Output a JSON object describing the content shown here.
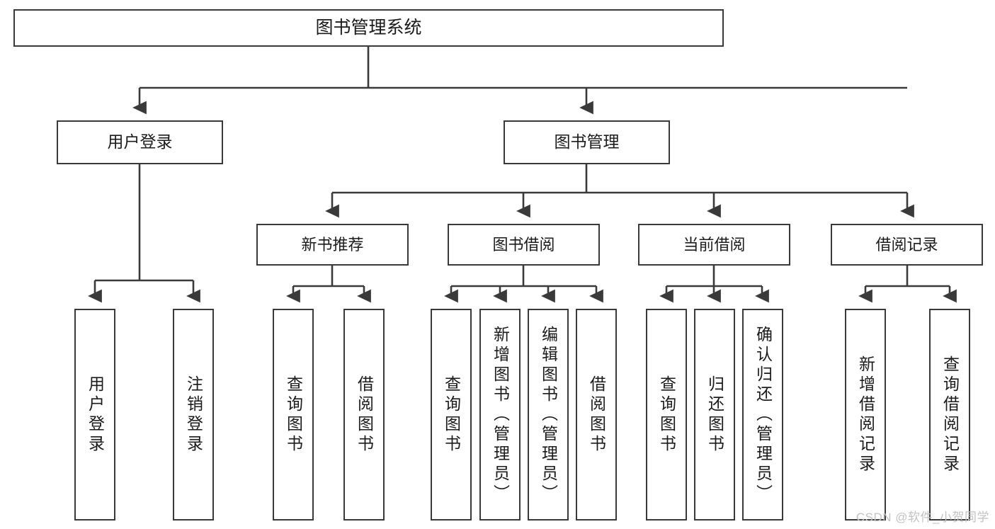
{
  "diagram": {
    "title": "图书管理系统",
    "watermark": "CSDN @软件_小贺同学",
    "colors": {
      "stroke": "#3a3a3a",
      "fill": "#ffffff",
      "text": "#1b1b1b",
      "watermark": "#c2c2c2"
    },
    "nodes": {
      "root": {
        "label": "图书管理系统"
      },
      "level2": [
        {
          "label": "用户登录"
        },
        {
          "label": "图书管理"
        }
      ],
      "level3": [
        {
          "label": "新书推荐"
        },
        {
          "label": "图书借阅"
        },
        {
          "label": "当前借阅"
        },
        {
          "label": "借阅记录"
        }
      ],
      "leaves": {
        "user_login": [
          {
            "label": "用户登录"
          },
          {
            "label": "注销登录"
          }
        ],
        "new_book": [
          {
            "label": "查询图书"
          },
          {
            "label": "借阅图书"
          }
        ],
        "borrow_book": [
          {
            "label": "查询图书"
          },
          {
            "label": "新增图书（管理员）"
          },
          {
            "label": "编辑图书（管理员）"
          },
          {
            "label": "借阅图书"
          }
        ],
        "current_borrow": [
          {
            "label": "查询图书"
          },
          {
            "label": "归还图书"
          },
          {
            "label": "确认归还（管理员）"
          }
        ],
        "borrow_record": [
          {
            "label": "新增借阅记录"
          },
          {
            "label": "查询借阅记录"
          }
        ]
      }
    }
  }
}
